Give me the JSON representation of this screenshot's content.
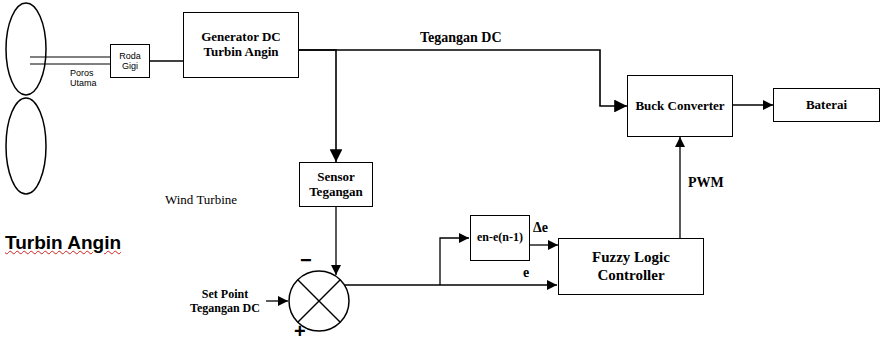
{
  "diagram": {
    "nodes": [
      {
        "text": [
          "Roda Gigi"
        ]
      },
      {
        "text": [
          "Generator DC Turbin Angin"
        ]
      },
      {
        "text": [
          "Buck Converter"
        ]
      },
      {
        "text": [
          "Baterai"
        ]
      },
      {
        "text": [
          "Sensor Tegangan"
        ]
      },
      {
        "text": [
          "en-e(n-1)"
        ]
      },
      {
        "text": [
          "Fuzzy Logic Controller"
        ]
      }
    ],
    "edges": [
      {
        "from": 0,
        "to": 1,
        "arrow": "none"
      },
      {
        "from": 1,
        "to": 2,
        "arrow": "to",
        "label": "Tegangan DC"
      },
      {
        "from": 2,
        "to": 3,
        "arrow": "to"
      },
      {
        "from": 1,
        "to": 4,
        "arrow": "to"
      },
      {
        "from": 5,
        "to": 6,
        "arrow": "to",
        "label": "Δe"
      },
      {
        "from": 6,
        "to": 2,
        "arrow": "to",
        "label": "PWM"
      }
    ],
    "labels": [
      "Poros Utama",
      "Wind Turbine",
      "Turbin Angin",
      "Set Point Tegangan DC",
      "−",
      "+",
      "e"
    ]
  }
}
